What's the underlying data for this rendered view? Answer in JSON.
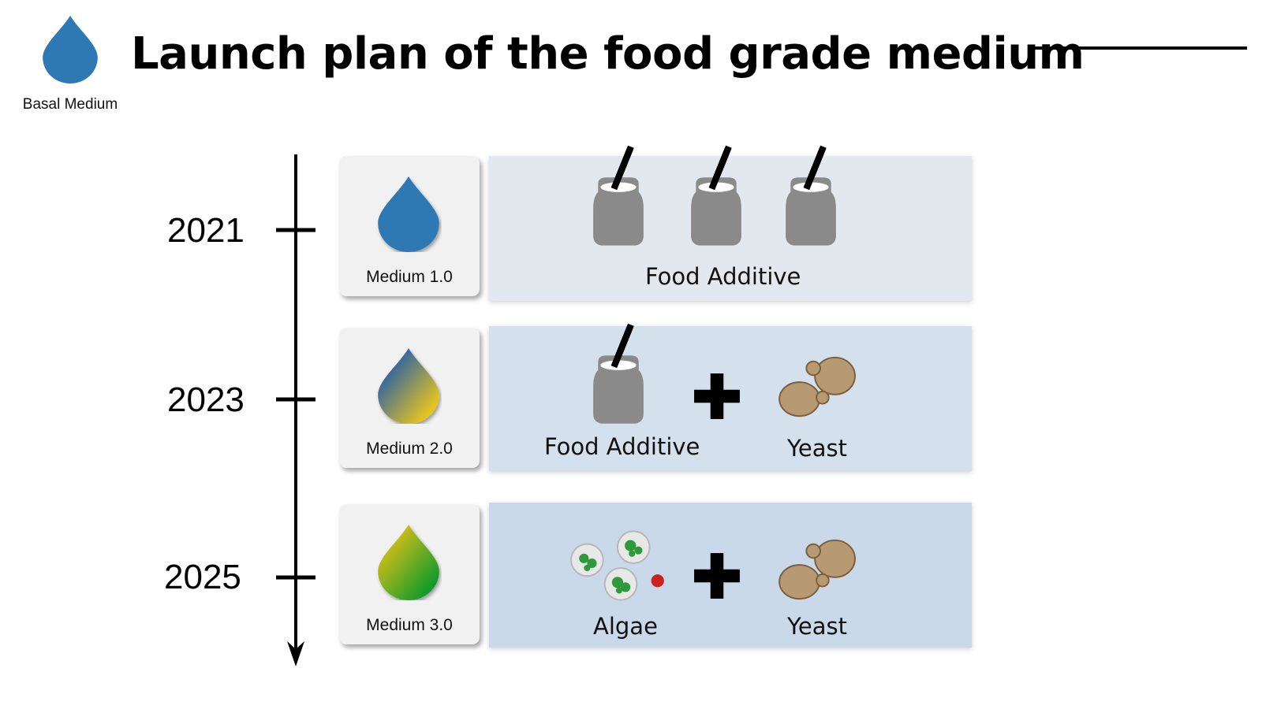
{
  "header": {
    "title": "Launch plan of the food grade medium",
    "logo_label": "Basal Medium",
    "logo_icon": "blue-drop-icon"
  },
  "timeline": {
    "rows": [
      {
        "year": "2021",
        "medium_label": "Medium 1.0",
        "drop_colors": [
          "#2e78b4"
        ],
        "ingredients": [
          "Food Additive"
        ],
        "icons": [
          "jar-icon",
          "jar-icon",
          "jar-icon"
        ]
      },
      {
        "year": "2023",
        "medium_label": "Medium 2.0",
        "drop_colors": [
          "#1c5ab0",
          "#e8c51e"
        ],
        "ingredients": [
          "Food Additive",
          "Yeast"
        ],
        "icons": [
          "jar-icon",
          "plus-icon",
          "yeast-icon"
        ]
      },
      {
        "year": "2025",
        "medium_label": "Medium 3.0",
        "drop_colors": [
          "#e0c11a",
          "#119b2a"
        ],
        "ingredients": [
          "Algae",
          "Yeast"
        ],
        "icons": [
          "algae-icon",
          "plus-icon",
          "yeast-icon"
        ]
      }
    ]
  },
  "colors": {
    "panel_1": "#e3e8ef",
    "panel_2": "#d4e0ec",
    "panel_3": "#cad9ea",
    "jar": "#8a8a8a",
    "yeast": "#b89a72",
    "algae": "#2f9a3a"
  }
}
